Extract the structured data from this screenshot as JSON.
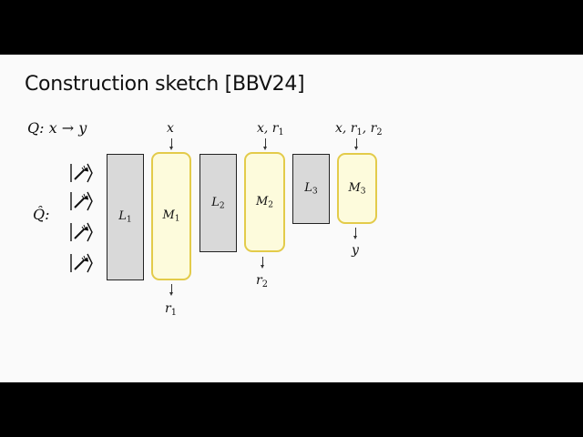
{
  "title": "Construction sketch [BBV24]",
  "query": {
    "Q": "Q",
    "rest": ": x → y"
  },
  "qhat": {
    "label": "Q̂:"
  },
  "kets": [
    {
      "icon": "magic-wand-ket"
    },
    {
      "icon": "magic-wand-ket"
    },
    {
      "icon": "magic-wand-ket"
    },
    {
      "icon": "magic-wand-ket"
    }
  ],
  "layers": [
    {
      "name": "L",
      "sub": "1"
    },
    {
      "name": "L",
      "sub": "2"
    },
    {
      "name": "L",
      "sub": "3"
    }
  ],
  "modules": [
    {
      "name": "M",
      "sub": "1",
      "input": "x",
      "output": "r",
      "output_sub": "1"
    },
    {
      "name": "M",
      "sub": "2",
      "input_parts": [
        "x, r",
        "1"
      ],
      "output": "r",
      "output_sub": "2"
    },
    {
      "name": "M",
      "sub": "3",
      "input_parts": [
        "x, r",
        "1",
        ", r",
        "2"
      ],
      "output": "y"
    }
  ],
  "colors": {
    "layer_fill": "#d9d9d9",
    "module_fill": "#fdfbdc",
    "module_border": "#e3cb4a",
    "background": "#fafafa"
  }
}
